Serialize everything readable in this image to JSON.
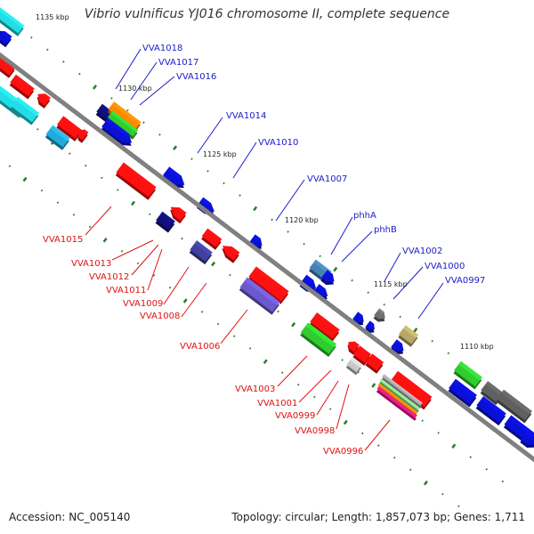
{
  "title": "Vibrio vulnificus YJ016 chromosome II, complete sequence",
  "footer": {
    "accession": "Accession: NC_005140",
    "summary": "Topology: circular; Length: 1,857,073 bp; Genes: 1,711"
  },
  "colors": {
    "forward_label": "#1a1acc",
    "reverse_label": "#e01010",
    "backbone": "#808080",
    "tick": "#2a7a2a"
  },
  "scale_labels": [
    "1135 kbp",
    "1130 kbp",
    "1125 kbp",
    "1120 kbp",
    "1115 kbp",
    "1110 kbp"
  ],
  "forward_genes": [
    "VVA1018",
    "VVA1017",
    "VVA1016",
    "VVA1014",
    "VVA1010",
    "VVA1007",
    "phhA",
    "phhB",
    "VVA1002",
    "VVA1000",
    "VVA0997"
  ],
  "reverse_genes": [
    "VVA1015",
    "VVA1013",
    "VVA1012",
    "VVA1011",
    "VVA1009",
    "VVA1008",
    "VVA1006",
    "VVA1003",
    "VVA1001",
    "VVA0999",
    "VVA0998",
    "VVA0996"
  ]
}
